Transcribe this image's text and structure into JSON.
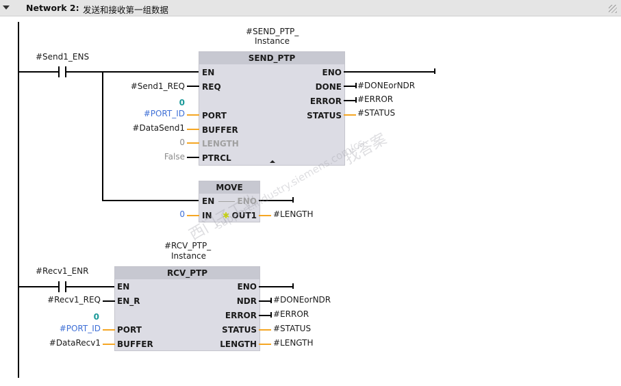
{
  "network": {
    "title": "Network 2:",
    "comment": "发送和接收第一组数据"
  },
  "contacts": {
    "send_enable": "#Send1_ENS",
    "recv_enable": "#Recv1_ENR"
  },
  "send_ptp": {
    "instance_line1": "#SEND_PTP_",
    "instance_line2": "Instance",
    "title": "SEND_PTP",
    "inputs": {
      "en": "EN",
      "req": "REQ",
      "port": "PORT",
      "buffer": "BUFFER",
      "length": "LENGTH",
      "ptrcl": "PTRCL"
    },
    "outputs": {
      "eno": "ENO",
      "done": "DONE",
      "error": "ERROR",
      "status": "STATUS"
    },
    "operands": {
      "req": "#Send1_REQ",
      "port_value": "0",
      "port": "#PORT_ID",
      "buffer": "#DataSend1",
      "length": "0",
      "ptrcl": "False",
      "done": "#DONEorNDR",
      "error": "#ERROR",
      "status": "#STATUS"
    }
  },
  "move": {
    "title": "MOVE",
    "inputs": {
      "en": "EN",
      "in": "IN"
    },
    "outputs": {
      "eno": "ENO",
      "out1": "OUT1"
    },
    "operands": {
      "in": "0",
      "out1": "#LENGTH"
    }
  },
  "rcv_ptp": {
    "instance_line1": "#RCV_PTP_",
    "instance_line2": "Instance",
    "title": "RCV_PTP",
    "inputs": {
      "en": "EN",
      "en_r": "EN_R",
      "port": "PORT",
      "buffer": "BUFFER"
    },
    "outputs": {
      "eno": "ENO",
      "ndr": "NDR",
      "error": "ERROR",
      "status": "STATUS",
      "length": "LENGTH"
    },
    "operands": {
      "en_r": "#Recv1_REQ",
      "port_value": "0",
      "port": "#PORT_ID",
      "buffer": "#DataRecv1",
      "ndr": "#DONEorNDR",
      "error": "#ERROR",
      "status": "#STATUS",
      "length": "#LENGTH"
    }
  },
  "watermark": {
    "line1": "西门子工业",
    "line2": "找答案",
    "line3": "support.industry.siemens.com/cs"
  },
  "colors": {
    "wire": "#000000",
    "bool_pin": "#000000",
    "data_pin": "#f5a623",
    "block_fill": "#dcdce4",
    "block_title": "#c7c8d1",
    "operand_blue": "#3e6fd6",
    "constant_teal": "#1a9999"
  },
  "icons": {
    "collapse": "triangle-down",
    "star": "enable-star"
  }
}
